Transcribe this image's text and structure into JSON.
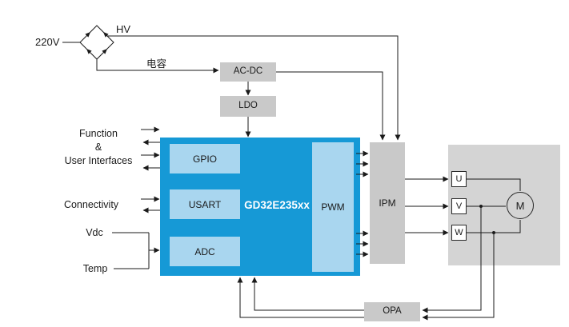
{
  "diagram": {
    "power": {
      "mains_label": "220V",
      "hv_label": "HV",
      "capacitor_label": "电容",
      "acdc_label": "AC-DC",
      "ldo_label": "LDO"
    },
    "mcu": {
      "name": "GD32E235xx",
      "gpio_label": "GPIO",
      "usart_label": "USART",
      "adc_label": "ADC",
      "pwm_label": "PWM"
    },
    "left_labels": {
      "function_line1": "Function",
      "function_line2": "&",
      "function_line3": "User Interfaces",
      "connectivity": "Connectivity",
      "vdc": "Vdc",
      "temp": "Temp"
    },
    "output": {
      "ipm_label": "IPM",
      "phase_u": "U",
      "phase_v": "V",
      "phase_w": "W",
      "motor_label": "M",
      "opa_label": "OPA"
    },
    "colors": {
      "mcu_blue": "#1699D6",
      "module_light_blue": "#A9D6EF",
      "block_gray": "#C9C9C9",
      "motor_area_gray": "#D4D4D4",
      "line_color": "#1a1a1a"
    }
  }
}
